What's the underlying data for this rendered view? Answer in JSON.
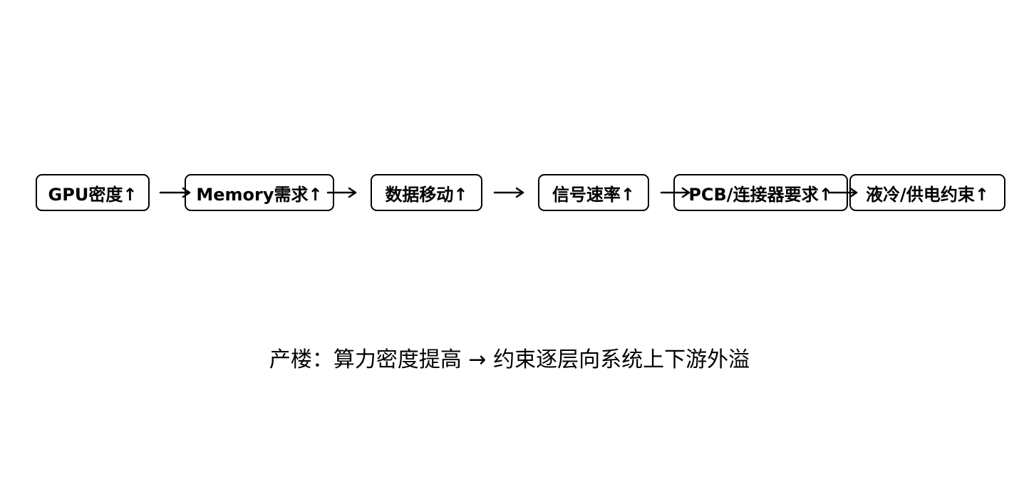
{
  "nodes": [
    {
      "label": "GPU密度↑"
    },
    {
      "label": "Memory需求↑"
    },
    {
      "label": "数据移动↑"
    },
    {
      "label": "信号速率↑"
    },
    {
      "label": "PCB/连接器要求↑"
    },
    {
      "label": "液冷/供电约束↑"
    }
  ],
  "caption": "产楼：算力密度提高 → 约束逐层向系统上下游外溢",
  "colors": {
    "stroke": "#000000",
    "background": "#ffffff"
  }
}
